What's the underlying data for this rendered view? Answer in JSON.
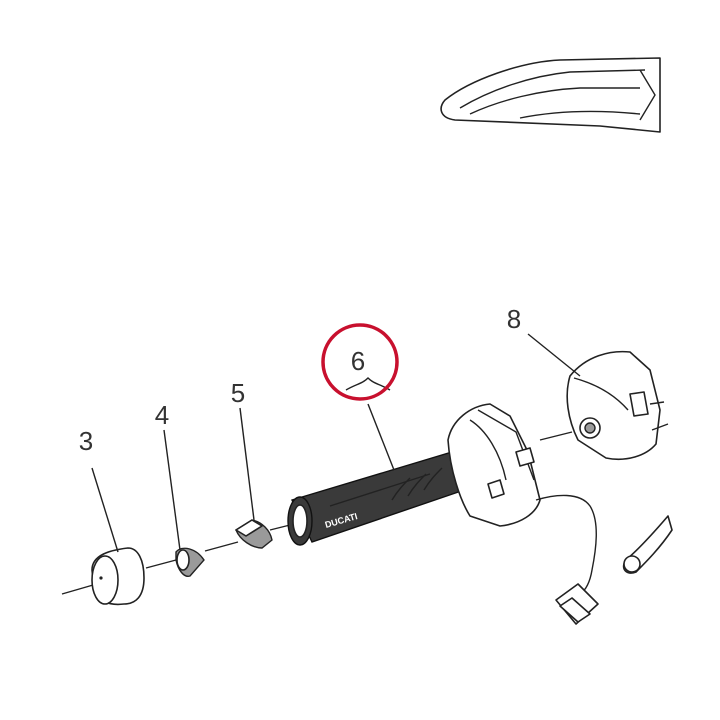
{
  "diagram": {
    "callouts": [
      {
        "id": "3",
        "label": "3"
      },
      {
        "id": "4",
        "label": "4"
      },
      {
        "id": "5",
        "label": "5"
      },
      {
        "id": "6",
        "label": "6"
      },
      {
        "id": "8",
        "label": "8"
      }
    ],
    "highlight_color": "#c8102e",
    "grip_branding": "DUCATI"
  }
}
